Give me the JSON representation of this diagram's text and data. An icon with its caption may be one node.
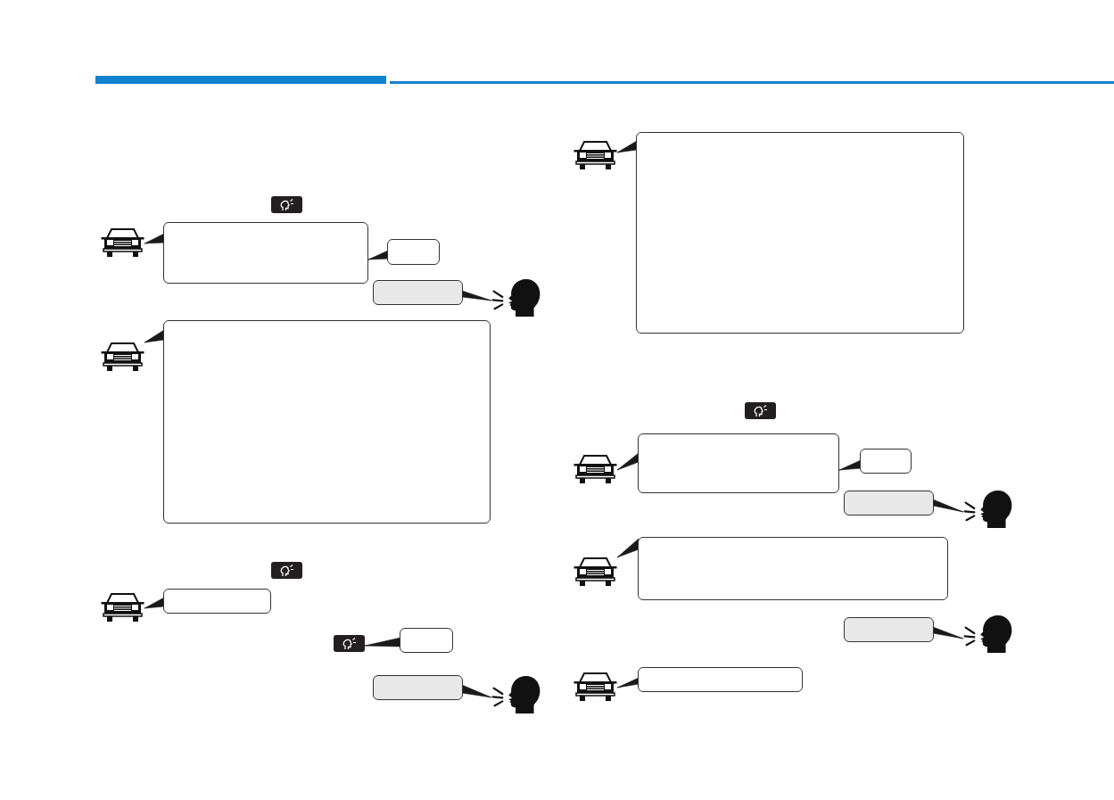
{
  "diagram": {
    "nodes": [
      {
        "text": [],
        "shape": "car"
      },
      {
        "text": [],
        "shape": "box"
      },
      {
        "text": [],
        "shape": "box"
      },
      {
        "text": [],
        "shape": "box"
      },
      {
        "text": [],
        "shape": "person"
      },
      {
        "text": [],
        "shape": "car"
      },
      {
        "text": [],
        "shape": "box"
      },
      {
        "text": [],
        "shape": "car"
      },
      {
        "text": [],
        "shape": "box"
      },
      {
        "text": [],
        "shape": "picture"
      },
      {
        "text": [],
        "shape": "box"
      },
      {
        "text": [],
        "shape": "box"
      },
      {
        "text": [],
        "shape": "person"
      },
      {
        "text": [],
        "shape": "car"
      },
      {
        "text": [],
        "shape": "box"
      },
      {
        "text": [],
        "shape": "car"
      },
      {
        "text": [],
        "shape": "box"
      },
      {
        "text": [],
        "shape": "box"
      },
      {
        "text": [],
        "shape": "box"
      },
      {
        "text": [],
        "shape": "person"
      },
      {
        "text": [],
        "shape": "car"
      },
      {
        "text": [],
        "shape": "box"
      },
      {
        "text": [],
        "shape": "box"
      },
      {
        "text": [],
        "shape": "person"
      },
      {
        "text": [],
        "shape": "car"
      },
      {
        "text": [],
        "shape": "box"
      }
    ],
    "edges": [
      {
        "from": 0,
        "to": 1,
        "arrow": "none"
      },
      {
        "from": 2,
        "to": 1,
        "arrow": "none"
      },
      {
        "from": 4,
        "to": 3,
        "arrow": "none"
      },
      {
        "from": 5,
        "to": 6,
        "arrow": "none"
      },
      {
        "from": 7,
        "to": 8,
        "arrow": "none"
      },
      {
        "from": 10,
        "to": 9,
        "arrow": "none"
      },
      {
        "from": 12,
        "to": 11,
        "arrow": "none"
      },
      {
        "from": 13,
        "to": 14,
        "arrow": "none"
      },
      {
        "from": 15,
        "to": 16,
        "arrow": "none"
      },
      {
        "from": 17,
        "to": 16,
        "arrow": "none"
      },
      {
        "from": 19,
        "to": 18,
        "arrow": "none"
      },
      {
        "from": 20,
        "to": 21,
        "arrow": "none"
      },
      {
        "from": 23,
        "to": 22,
        "arrow": "none"
      },
      {
        "from": 24,
        "to": 25,
        "arrow": "none"
      }
    ]
  }
}
